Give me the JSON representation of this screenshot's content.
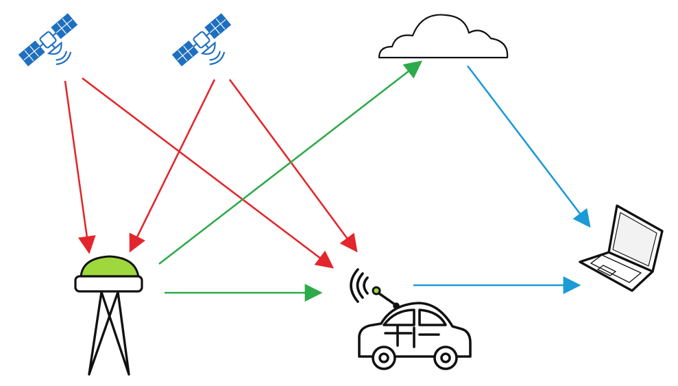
{
  "colors": {
    "gnss_signal": "#e3262b",
    "correction_link": "#2daa4a",
    "data_link": "#1a9ad6",
    "satellite": "#1f6fbf",
    "outline": "#111111",
    "antenna_dome": "#9fd83c",
    "background": "#ffffff"
  },
  "nodes": [
    {
      "id": "satellite-1",
      "icon": "satellite-icon"
    },
    {
      "id": "satellite-2",
      "icon": "satellite-icon"
    },
    {
      "id": "cloud",
      "icon": "cloud-icon"
    },
    {
      "id": "base-station",
      "icon": "gnss-base-station-icon"
    },
    {
      "id": "vehicle",
      "icon": "connected-car-icon"
    },
    {
      "id": "laptop",
      "icon": "laptop-icon"
    }
  ],
  "links": [
    {
      "from": "satellite-1",
      "to": "base-station",
      "kind": "gnss_signal"
    },
    {
      "from": "satellite-1",
      "to": "vehicle",
      "kind": "gnss_signal"
    },
    {
      "from": "satellite-2",
      "to": "base-station",
      "kind": "gnss_signal"
    },
    {
      "from": "satellite-2",
      "to": "vehicle",
      "kind": "gnss_signal"
    },
    {
      "from": "base-station",
      "to": "cloud",
      "kind": "correction_link"
    },
    {
      "from": "base-station",
      "to": "vehicle",
      "kind": "correction_link"
    },
    {
      "from": "cloud",
      "to": "laptop",
      "kind": "data_link"
    },
    {
      "from": "vehicle",
      "to": "laptop",
      "kind": "data_link"
    }
  ]
}
